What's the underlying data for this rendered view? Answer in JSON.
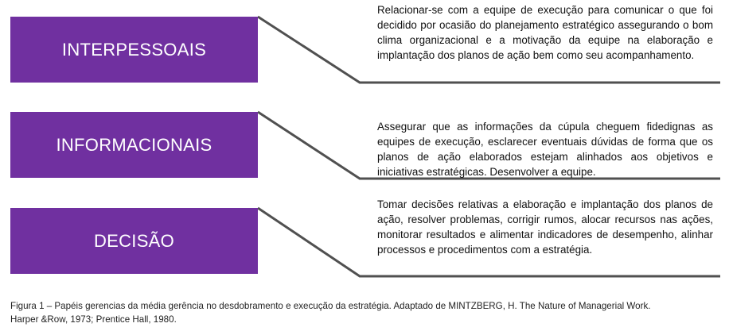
{
  "roles": [
    {
      "label": "INTERPESSOAIS",
      "description": "Relacionar-se com a equipe de execução para comunicar o que foi decidido por ocasião do planejamento estratégico assegurando o bom clima organizacional e a motivação da equipe na elaboração e implantação dos planos de ação bem como seu acompanhamento."
    },
    {
      "label": "INFORMACIONAIS",
      "description": "Assegurar que as informações da cúpula cheguem fidedignas as equipes de execução, esclarecer eventuais dúvidas de forma que os planos de ação elaborados estejam alinhados aos objetivos e iniciativas estratégicas. Desenvolver a equipe."
    },
    {
      "label": "DECISÃO",
      "description": "Tomar decisões relativas a elaboração e implantação dos planos de ação, resolver problemas, corrigir rumos, alocar recursos nas ações, monitorar resultados e alimentar indicadores de desempenho, alinhar processos e procedimentos com a estratégia."
    }
  ],
  "caption": {
    "line1": "Figura 1 – Papéis gerencias da média gerência  no desdobramento e execução da estratégia. Adaptado de MINTZBERG, H. The Nature of Managerial Work.",
    "line2": "Harper &Row, 1973; Prentice Hall, 1980."
  },
  "colors": {
    "box": "#7030a0",
    "connector": "#505050"
  }
}
